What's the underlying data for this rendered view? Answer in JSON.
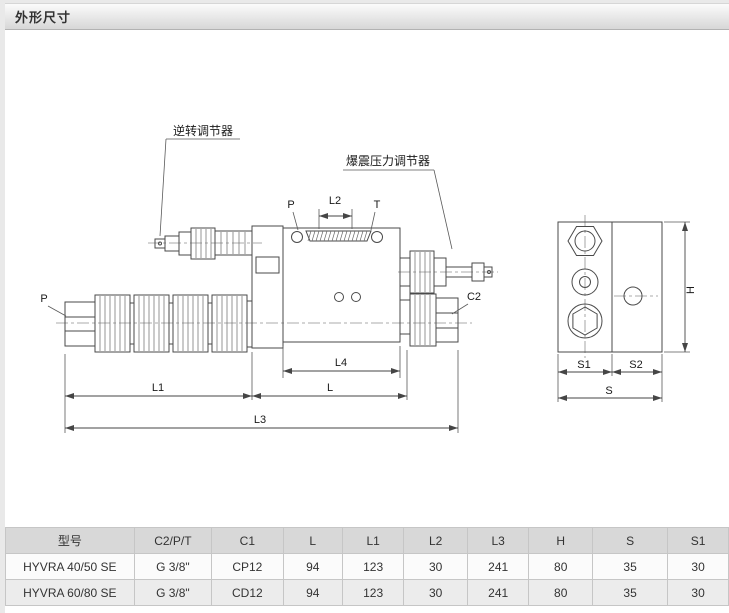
{
  "header": {
    "title": "外形尺寸"
  },
  "colors": {
    "header_bar_from": "#fbfbfb",
    "header_bar_to": "#d7d7d7",
    "table_header_bg": "#d8d8d8",
    "row_alt_bg": "#ececec",
    "line_color": "#4a4a4a"
  },
  "drawing": {
    "labels": {
      "reverse_adjuster": "逆转调节器",
      "knock_adjuster": "爆震压力调节器",
      "port_p_top": "P",
      "dim_l2": "L2",
      "port_t": "T",
      "port_p_left": "P",
      "port_c2": "C2",
      "dim_l4": "L4",
      "dim_l": "L",
      "dim_l1": "L1",
      "dim_l3": "L3",
      "dim_h": "H",
      "dim_s1": "S1",
      "dim_s2": "S2",
      "dim_s": "S"
    }
  },
  "table": {
    "headers": [
      "型号",
      "C2/P/T",
      "C1",
      "L",
      "L1",
      "L2",
      "L3",
      "H",
      "S",
      "S1"
    ],
    "rows": [
      [
        "HYVRA 40/50 SE",
        "G 3/8\"",
        "CP12",
        94,
        123,
        30,
        241,
        80,
        35,
        30
      ],
      [
        "HYVRA 60/80 SE",
        "G 3/8\"",
        "CD12",
        94,
        123,
        30,
        241,
        80,
        35,
        30
      ]
    ]
  }
}
